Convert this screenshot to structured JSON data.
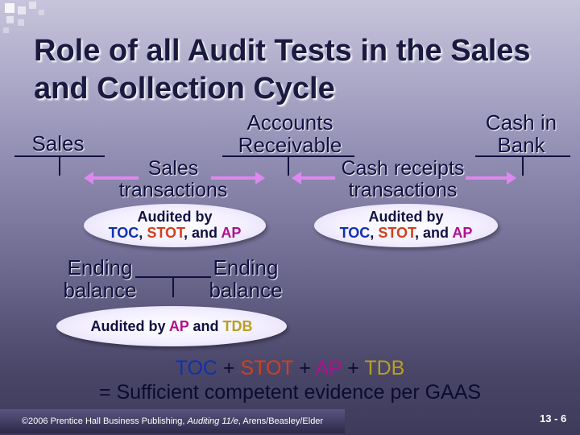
{
  "slide": {
    "title_line1": "Role of all Audit Tests in the Sales",
    "title_line2": "and Collection Cycle"
  },
  "accounts": {
    "sales": "Sales",
    "ar_line1": "Accounts",
    "ar_line2": "Receivable",
    "cash_line1": "Cash in",
    "cash_line2": "Bank"
  },
  "transactions": {
    "sales_line1": "Sales",
    "sales_line2": "transactions",
    "cash_line1": "Cash receipts",
    "cash_line2": "transactions"
  },
  "audited_left": {
    "heading": "Audited by",
    "toc": "TOC",
    "sep1": ", ",
    "stot": "STOT",
    "sep2": ", and ",
    "ap": "AP"
  },
  "audited_right": {
    "heading": "Audited by",
    "toc": "TOC",
    "sep1": ", ",
    "stot": "STOT",
    "sep2": ", and ",
    "ap": "AP"
  },
  "balances": {
    "left_line1": "Ending",
    "left_line2": "balance",
    "right_line1": "Ending",
    "right_line2": "balance"
  },
  "audited_bottom": {
    "prefix": "Audited by ",
    "ap": "AP",
    "and": " and ",
    "tdb": "TDB"
  },
  "summary": {
    "toc": "TOC",
    "plus1": " + ",
    "stot": "STOT",
    "plus2": " + ",
    "ap": "AP",
    "plus3": " + ",
    "tdb": "TDB",
    "line2": "= Sufficient competent evidence per GAAS"
  },
  "footer": {
    "text_before": "©2006 Prentice Hall Business Publishing, ",
    "text_italic": "Auditing 11/e",
    "text_after": ", Arens/Beasley/Elder",
    "page": "13 - 6"
  },
  "colors": {
    "toc": "#1030b0",
    "stot": "#d04020",
    "ap": "#b01090",
    "tdb": "#b8a020",
    "arrow": "#dd88ee"
  }
}
